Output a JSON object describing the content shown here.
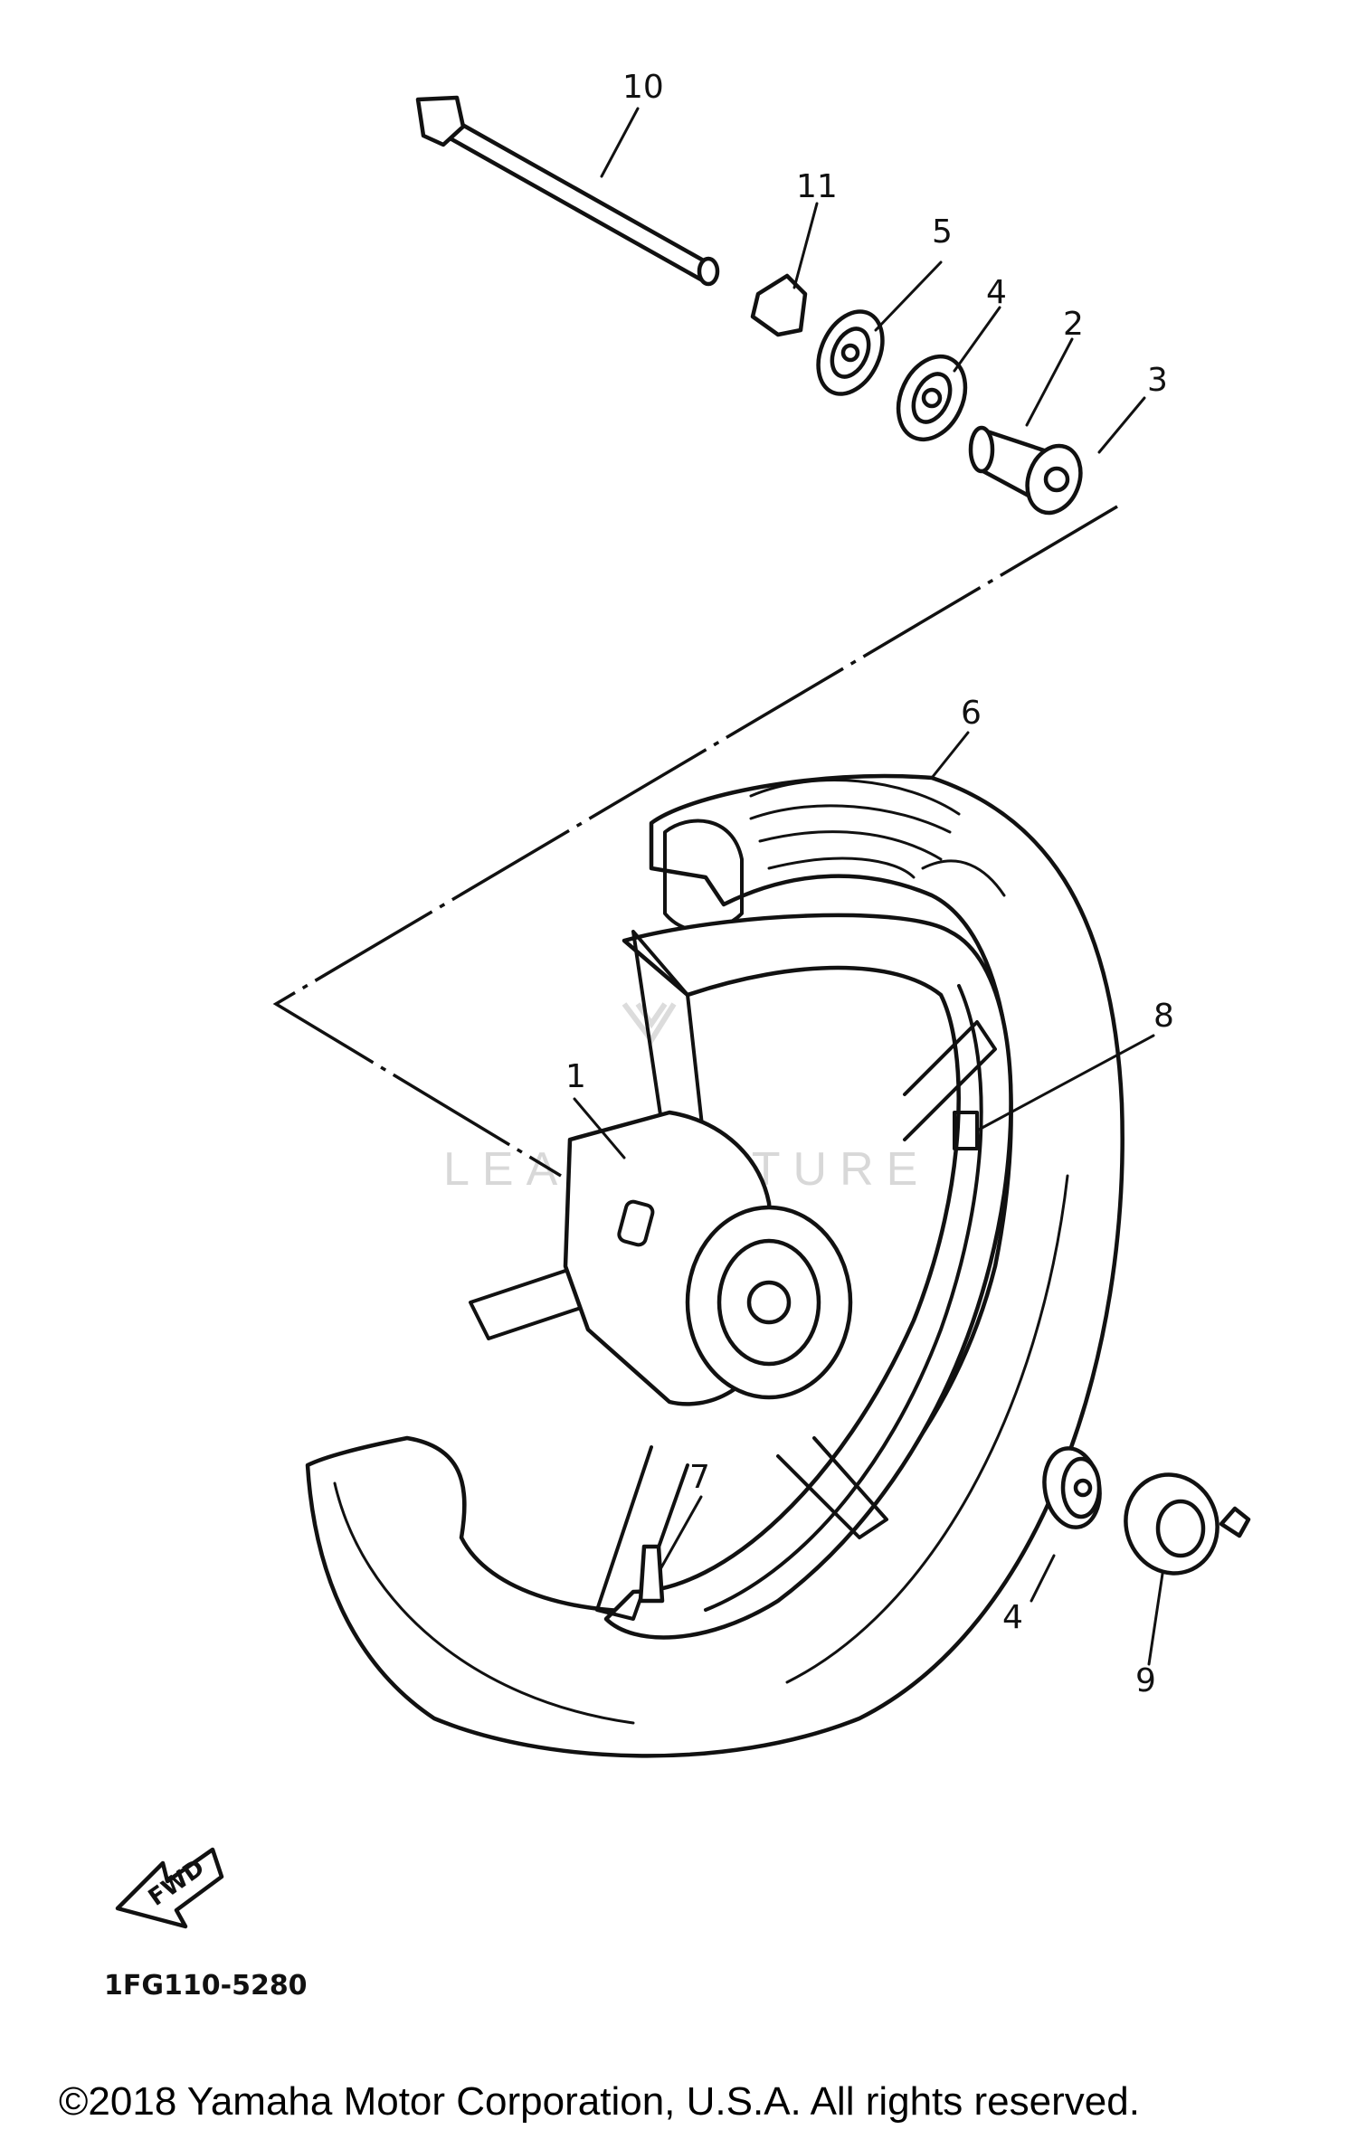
{
  "diagram": {
    "part_numbers": [
      "1",
      "2",
      "3",
      "4",
      "4",
      "5",
      "6",
      "7",
      "8",
      "9",
      "10",
      "11"
    ],
    "fwd_arrow_label": "FWD",
    "diagram_code": "1FG110-5280",
    "watermark": "LEADVENTURE",
    "copyright": "©2018 Yamaha Motor Corporation, U.S.A. All rights reserved."
  }
}
